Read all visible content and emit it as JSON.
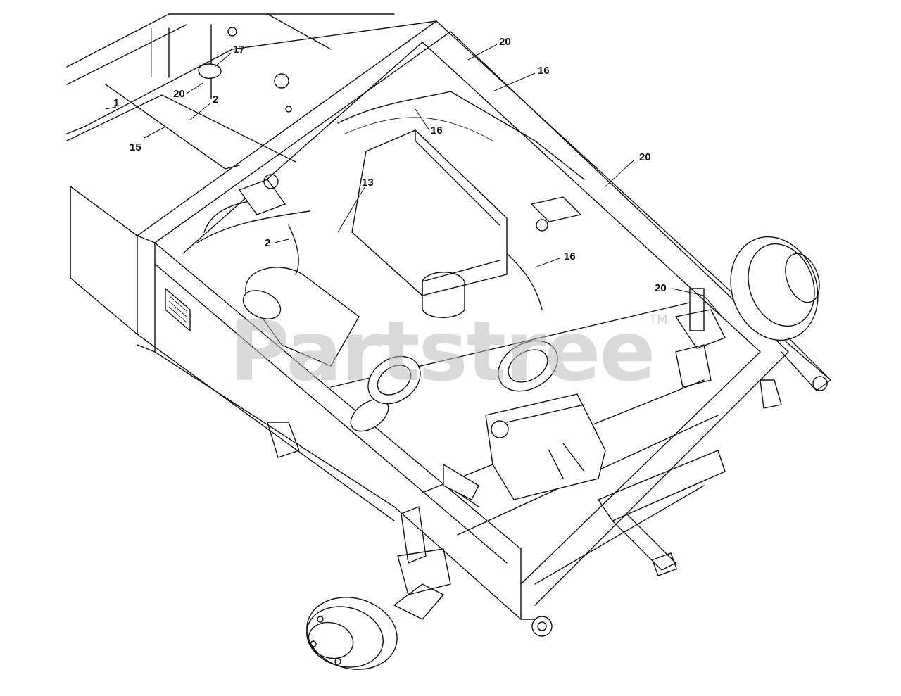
{
  "diagram": {
    "callouts": [
      {
        "id": "callout-17",
        "label": "17"
      },
      {
        "id": "callout-20-upper-left",
        "label": "20"
      },
      {
        "id": "callout-2-upper",
        "label": "2"
      },
      {
        "id": "callout-1",
        "label": "1"
      },
      {
        "id": "callout-15",
        "label": "15"
      },
      {
        "id": "callout-20-top",
        "label": "20"
      },
      {
        "id": "callout-16-top",
        "label": "16"
      },
      {
        "id": "callout-16-middle",
        "label": "16"
      },
      {
        "id": "callout-13",
        "label": "13"
      },
      {
        "id": "callout-20-right",
        "label": "20"
      },
      {
        "id": "callout-2-lower",
        "label": "2"
      },
      {
        "id": "callout-16-right",
        "label": "16"
      },
      {
        "id": "callout-20-lower-right",
        "label": "20"
      }
    ]
  },
  "watermark": {
    "text": "Partstree",
    "trademark": "TM"
  }
}
